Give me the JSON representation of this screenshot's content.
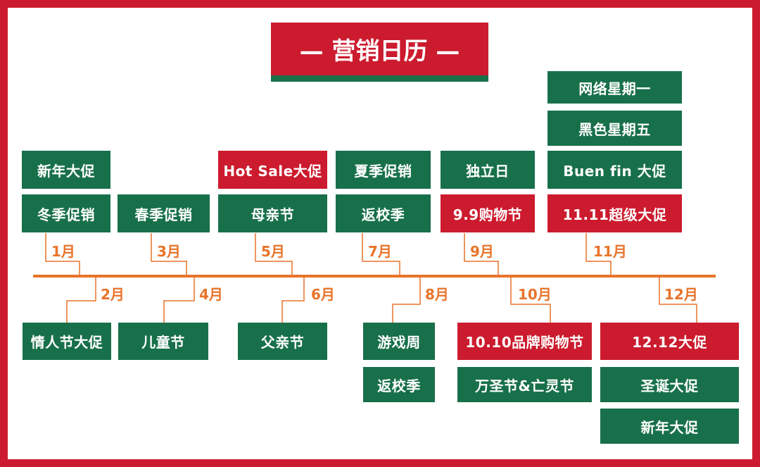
{
  "title": "— 营销日历 —",
  "colors": {
    "frame": "#cc1b2e",
    "green": "#18704b",
    "red": "#cc1b2e",
    "timeline": "#e8742a"
  },
  "months": {
    "m1": "1月",
    "m2": "2月",
    "m3": "3月",
    "m4": "4月",
    "m5": "5月",
    "m6": "6月",
    "m7": "7月",
    "m8": "8月",
    "m9": "9月",
    "m10": "10月",
    "m11": "11月",
    "m12": "12月"
  },
  "events": {
    "jan": [
      "新年大促",
      "冬季促销"
    ],
    "feb": [
      "情人节大促"
    ],
    "mar": [
      "春季促销"
    ],
    "apr": [
      "儿童节"
    ],
    "may": [
      "Hot Sale大促",
      "母亲节"
    ],
    "jun": [
      "父亲节"
    ],
    "jul": [
      "夏季促销",
      "返校季"
    ],
    "aug": [
      "游戏周",
      "返校季"
    ],
    "sep": [
      "独立日",
      "9.9购物节"
    ],
    "oct": [
      "10.10品牌购物节",
      "万圣节&亡灵节"
    ],
    "nov": [
      "网络星期一",
      "黑色星期五",
      "Buen fin 大促",
      "11.11超级大促"
    ],
    "dec": [
      "12.12大促",
      "圣诞大促",
      "新年大促"
    ]
  }
}
